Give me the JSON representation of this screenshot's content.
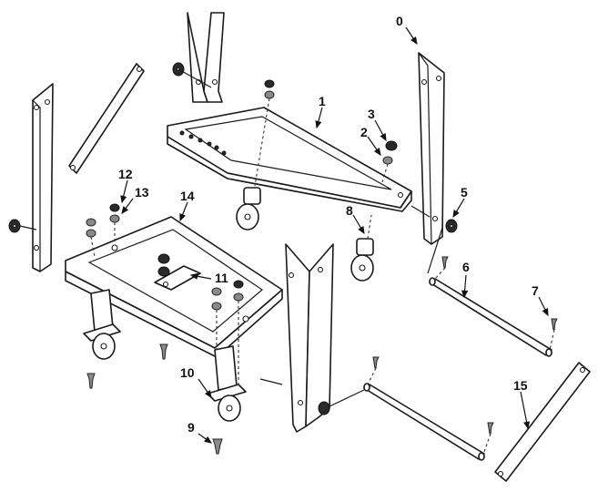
{
  "callouts": [
    {
      "id": "c0",
      "text": "0"
    },
    {
      "id": "c1",
      "text": "1"
    },
    {
      "id": "c2",
      "text": "2"
    },
    {
      "id": "c3",
      "text": "3"
    },
    {
      "id": "c5",
      "text": "5"
    },
    {
      "id": "c6",
      "text": "6"
    },
    {
      "id": "c7",
      "text": "7"
    },
    {
      "id": "c8",
      "text": "8"
    },
    {
      "id": "c9",
      "text": "9"
    },
    {
      "id": "c10",
      "text": "10"
    },
    {
      "id": "c11",
      "text": "11"
    },
    {
      "id": "c12",
      "text": "12"
    },
    {
      "id": "c13",
      "text": "13"
    },
    {
      "id": "c14",
      "text": "14"
    },
    {
      "id": "c15",
      "text": "15"
    }
  ]
}
